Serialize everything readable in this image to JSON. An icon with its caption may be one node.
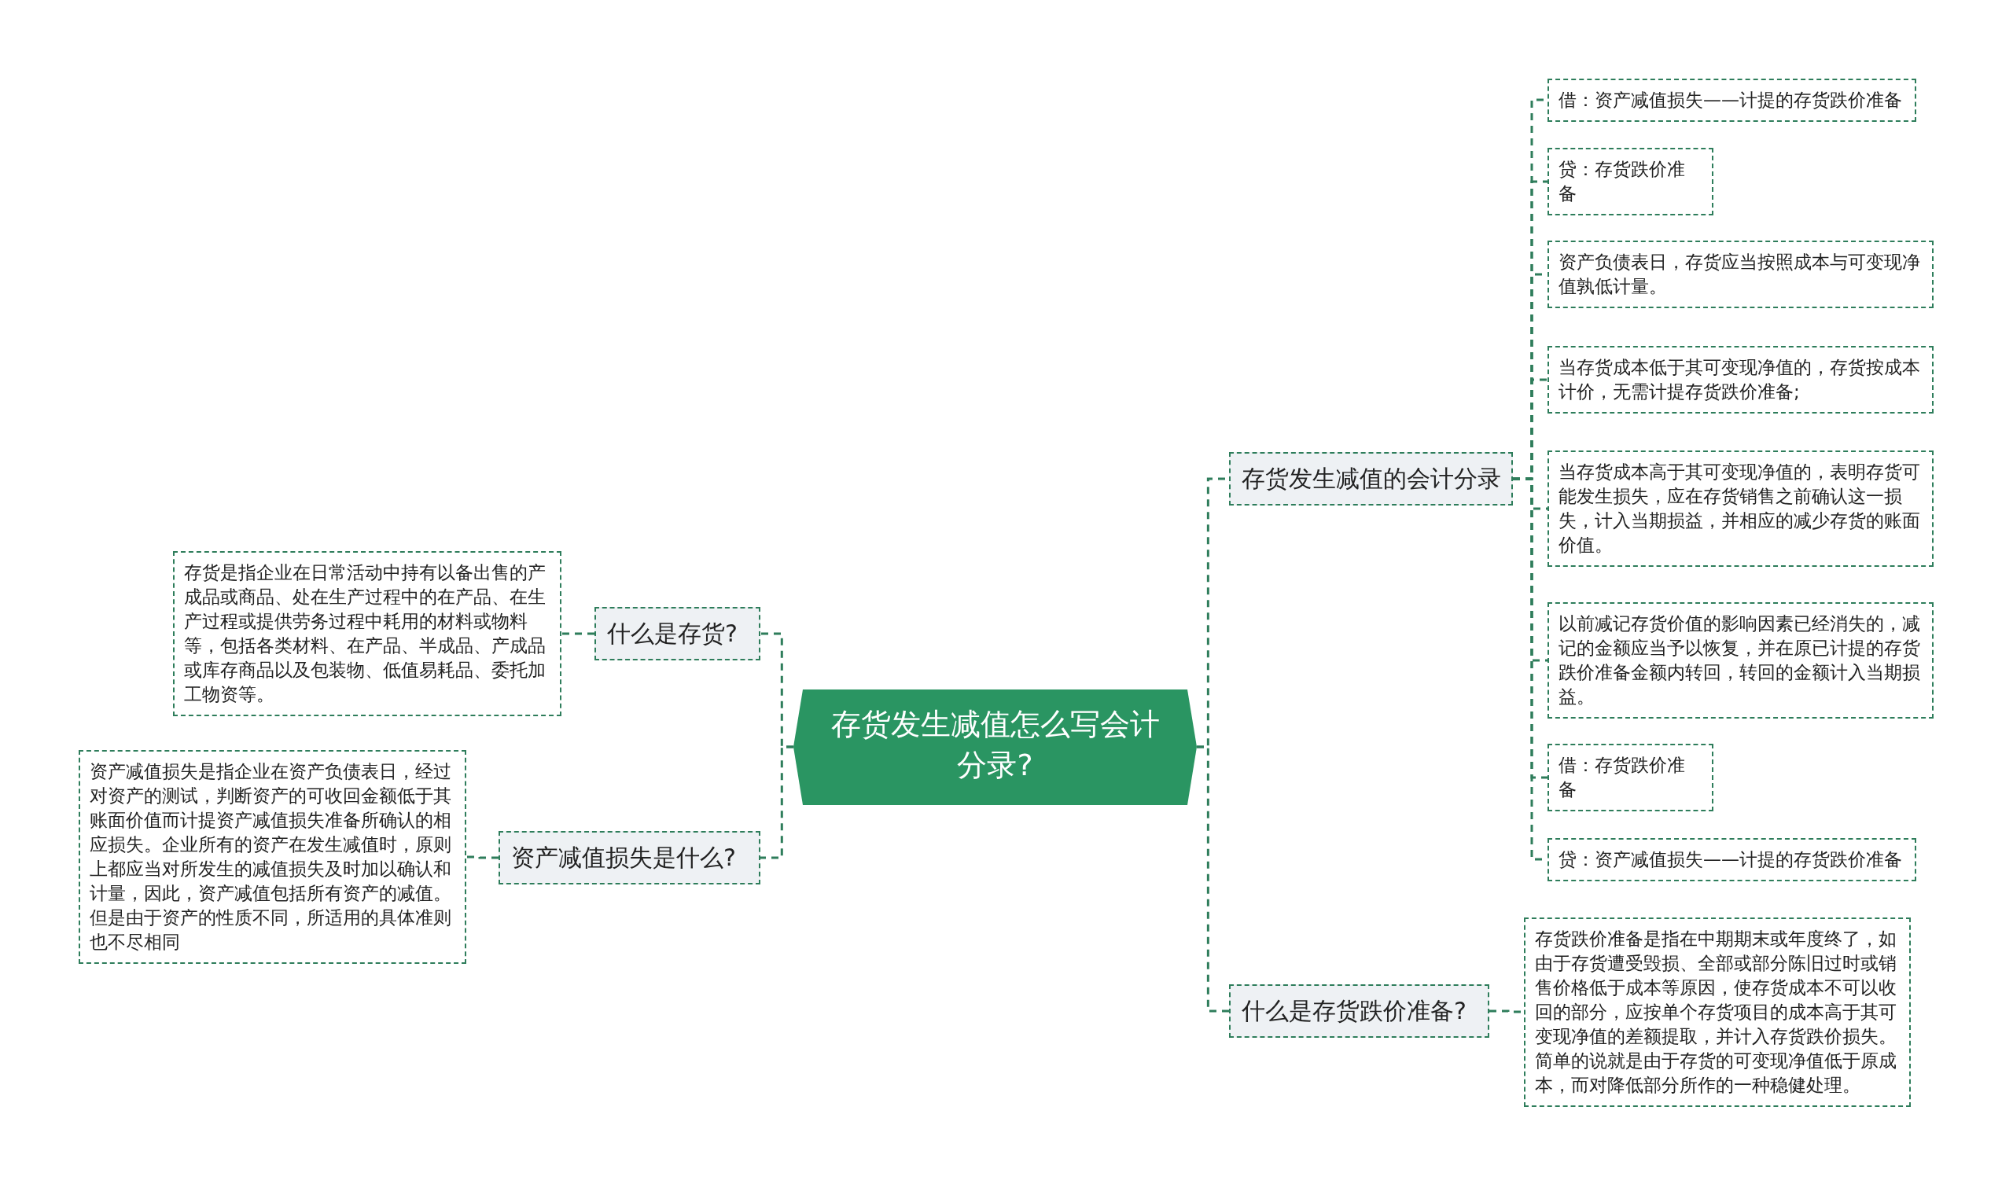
{
  "diagram": {
    "nodes": [
      {
        "text": [
          "存货发生减值怎么写会计分录?"
        ]
      },
      {
        "text": [
          "什么是存货?"
        ]
      },
      {
        "text": [
          "存货是指企业在日常活动中持有以备出售的产成品或商品、处在生产过程中的在产品、在生产过程或提供劳务过程中耗用的材料或物料等，包括各类材料、在产品、半成品、产成品或库存商品以及包装物、低值易耗品、委托加工物资等。"
        ]
      },
      {
        "text": [
          "资产减值损失是什么?"
        ]
      },
      {
        "text": [
          "资产减值损失是指企业在资产负债表日，经过对资产的测试，判断资产的可收回金额低于其账面价值而计提资产减值损失准备所确认的相应损失。企业所有的资产在发生减值时，原则上都应当对所发生的减值损失及时加以确认和计量，因此，资产减值包括所有资产的减值。但是由于资产的性质不同，所适用的具体准则也不尽相同"
        ]
      },
      {
        "text": [
          "存货发生减值的会计分录"
        ]
      },
      {
        "text": [
          "借：资产减值损失——计提的存货跌价准备"
        ]
      },
      {
        "text": [
          "贷：存货跌价准备"
        ]
      },
      {
        "text": [
          "资产负债表日，存货应当按照成本与可变现净值孰低计量。"
        ]
      },
      {
        "text": [
          "当存货成本低于其可变现净值的，存货按成本计价，无需计提存货跌价准备;"
        ]
      },
      {
        "text": [
          "当存货成本高于其可变现净值的，表明存货可能发生损失，应在存货销售之前确认这一损失，计入当期损益，并相应的减少存货的账面价值。"
        ]
      },
      {
        "text": [
          "以前减记存货价值的影响因素已经消失的，减记的金额应当予以恢复，并在原已计提的存货跌价准备金额内转回，转回的金额计入当期损益。"
        ]
      },
      {
        "text": [
          "借：存货跌价准备"
        ]
      },
      {
        "text": [
          "贷：资产减值损失——计提的存货跌价准备"
        ]
      },
      {
        "text": [
          "什么是存货跌价准备?"
        ]
      },
      {
        "text": [
          "存货跌价准备是指在中期期末或年度终了，如由于存货遭受毁损、全部或部分陈旧过时或销售价格低于成本等原因，使存货成本不可以收回的部分，应按单个存货项目的成本高于其可变现净值的差额提取，并计入存货跌价损失。简单的说就是由于存货的可变现净值低于原成本，而对降低部分所作的一种稳健处理。"
        ]
      }
    ],
    "edges": [
      {
        "from": 0,
        "to": 1,
        "arrow": "none"
      },
      {
        "from": 1,
        "to": 2,
        "arrow": "none"
      },
      {
        "from": 0,
        "to": 3,
        "arrow": "none"
      },
      {
        "from": 3,
        "to": 4,
        "arrow": "none"
      },
      {
        "from": 0,
        "to": 5,
        "arrow": "none"
      },
      {
        "from": 5,
        "to": 6,
        "arrow": "none"
      },
      {
        "from": 5,
        "to": 7,
        "arrow": "none"
      },
      {
        "from": 5,
        "to": 8,
        "arrow": "none"
      },
      {
        "from": 5,
        "to": 9,
        "arrow": "none"
      },
      {
        "from": 5,
        "to": 10,
        "arrow": "none"
      },
      {
        "from": 5,
        "to": 11,
        "arrow": "none"
      },
      {
        "from": 5,
        "to": 12,
        "arrow": "none"
      },
      {
        "from": 5,
        "to": 13,
        "arrow": "none"
      },
      {
        "from": 0,
        "to": 14,
        "arrow": "none"
      },
      {
        "from": 14,
        "to": 15,
        "arrow": "none"
      }
    ]
  }
}
